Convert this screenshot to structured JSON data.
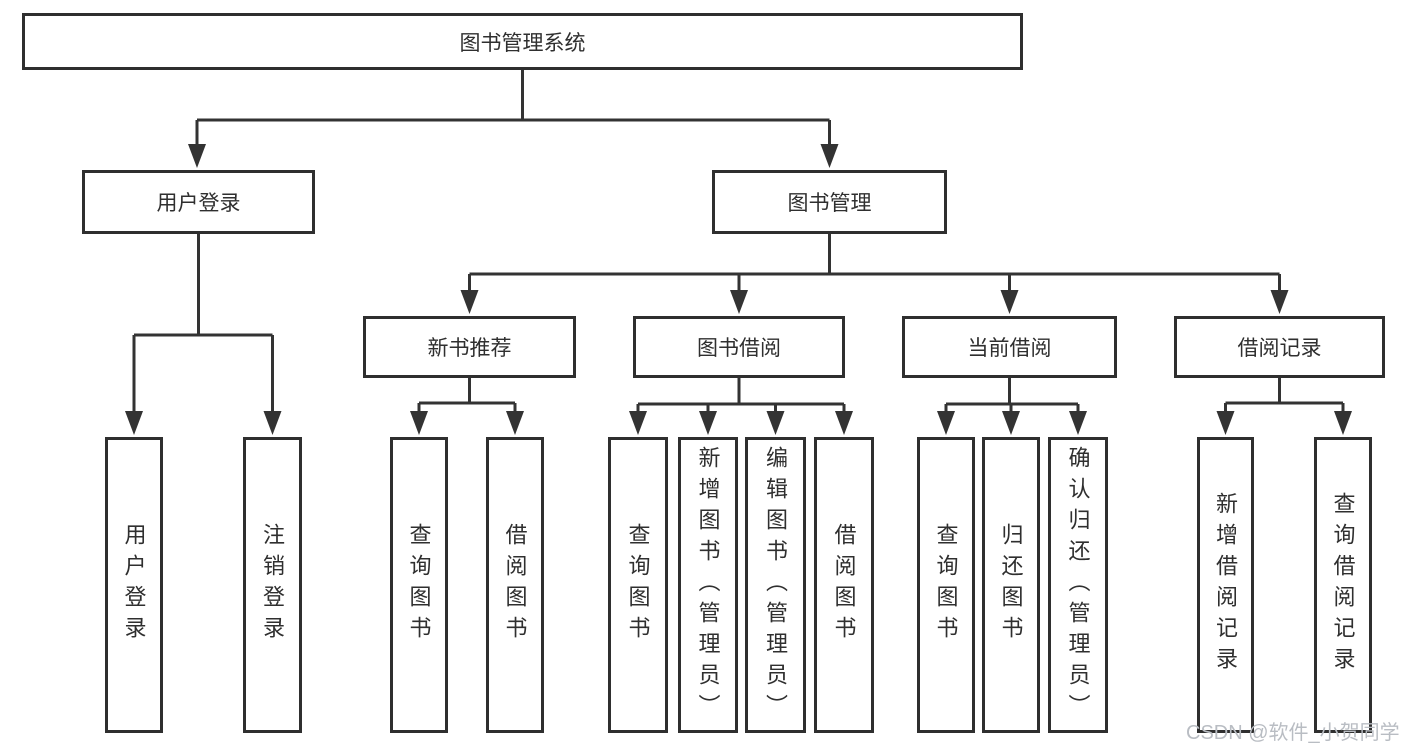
{
  "root": {
    "label": "图书管理系统"
  },
  "branches": [
    {
      "label": "用户登录",
      "children": [
        "用户登录",
        "注销登录"
      ]
    },
    {
      "label": "图书管理",
      "sections": [
        {
          "label": "新书推荐",
          "children": [
            "查询图书",
            "借阅图书"
          ]
        },
        {
          "label": "图书借阅",
          "children": [
            "查询图书",
            "新增图书（管理员）",
            "编辑图书（管理员）",
            "借阅图书"
          ]
        },
        {
          "label": "当前借阅",
          "children": [
            "查询图书",
            "归还图书",
            "确认归还（管理员）"
          ]
        },
        {
          "label": "借阅记录",
          "children": [
            "新增借阅记录",
            "查询借阅记录"
          ]
        }
      ]
    }
  ],
  "watermark": {
    "text": "CSDN @软件_小贺同学"
  },
  "colors": {
    "line": "#333333",
    "text": "#2f2f2f",
    "box_border": "#2f2f2f",
    "watermark": "#b9bdc3",
    "background": "#ffffff"
  }
}
